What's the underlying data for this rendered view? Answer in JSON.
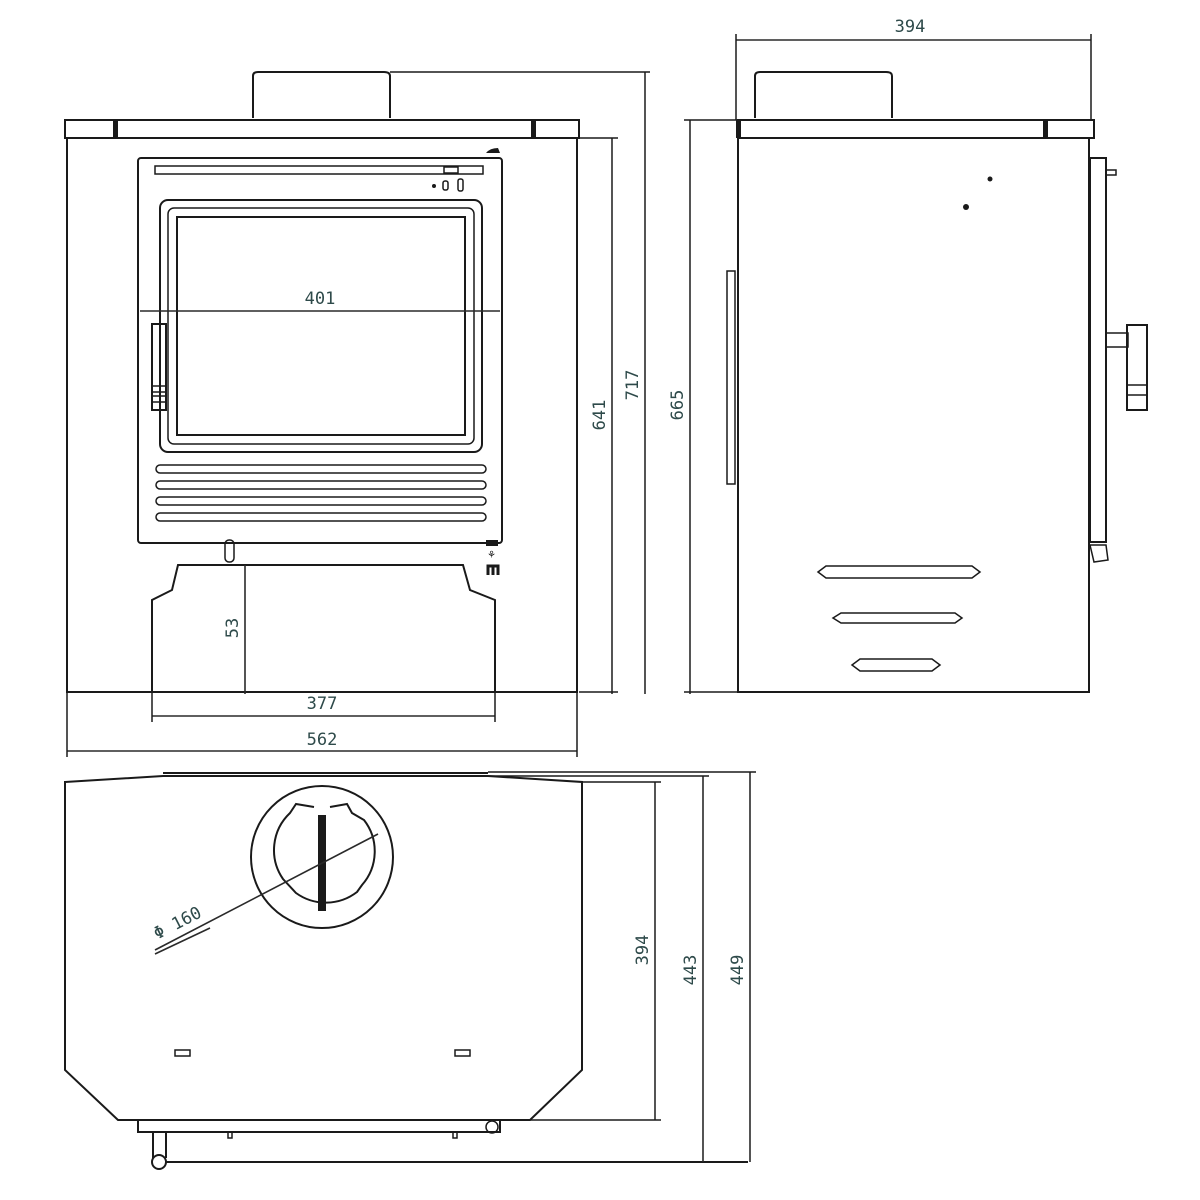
{
  "drawing": {
    "subject": "Wood-burning stove technical drawing",
    "units": "mm",
    "views": {
      "front": {
        "dimensions": {
          "glass_width": "401",
          "leg_height": "53",
          "base_width": "377",
          "overall_width": "562",
          "body_height": "641",
          "overall_height": "717"
        }
      },
      "side": {
        "dimensions": {
          "depth": "394",
          "body_height": "665"
        }
      },
      "top": {
        "dimensions": {
          "flue_diameter": "Φ 160",
          "body_depth": "394",
          "depth_with_handle": "443",
          "overall_depth": "449"
        }
      }
    },
    "colors": {
      "line": "#1a1a1a",
      "dimension_text": "#2e4a4a",
      "background": "#ffffff"
    }
  }
}
